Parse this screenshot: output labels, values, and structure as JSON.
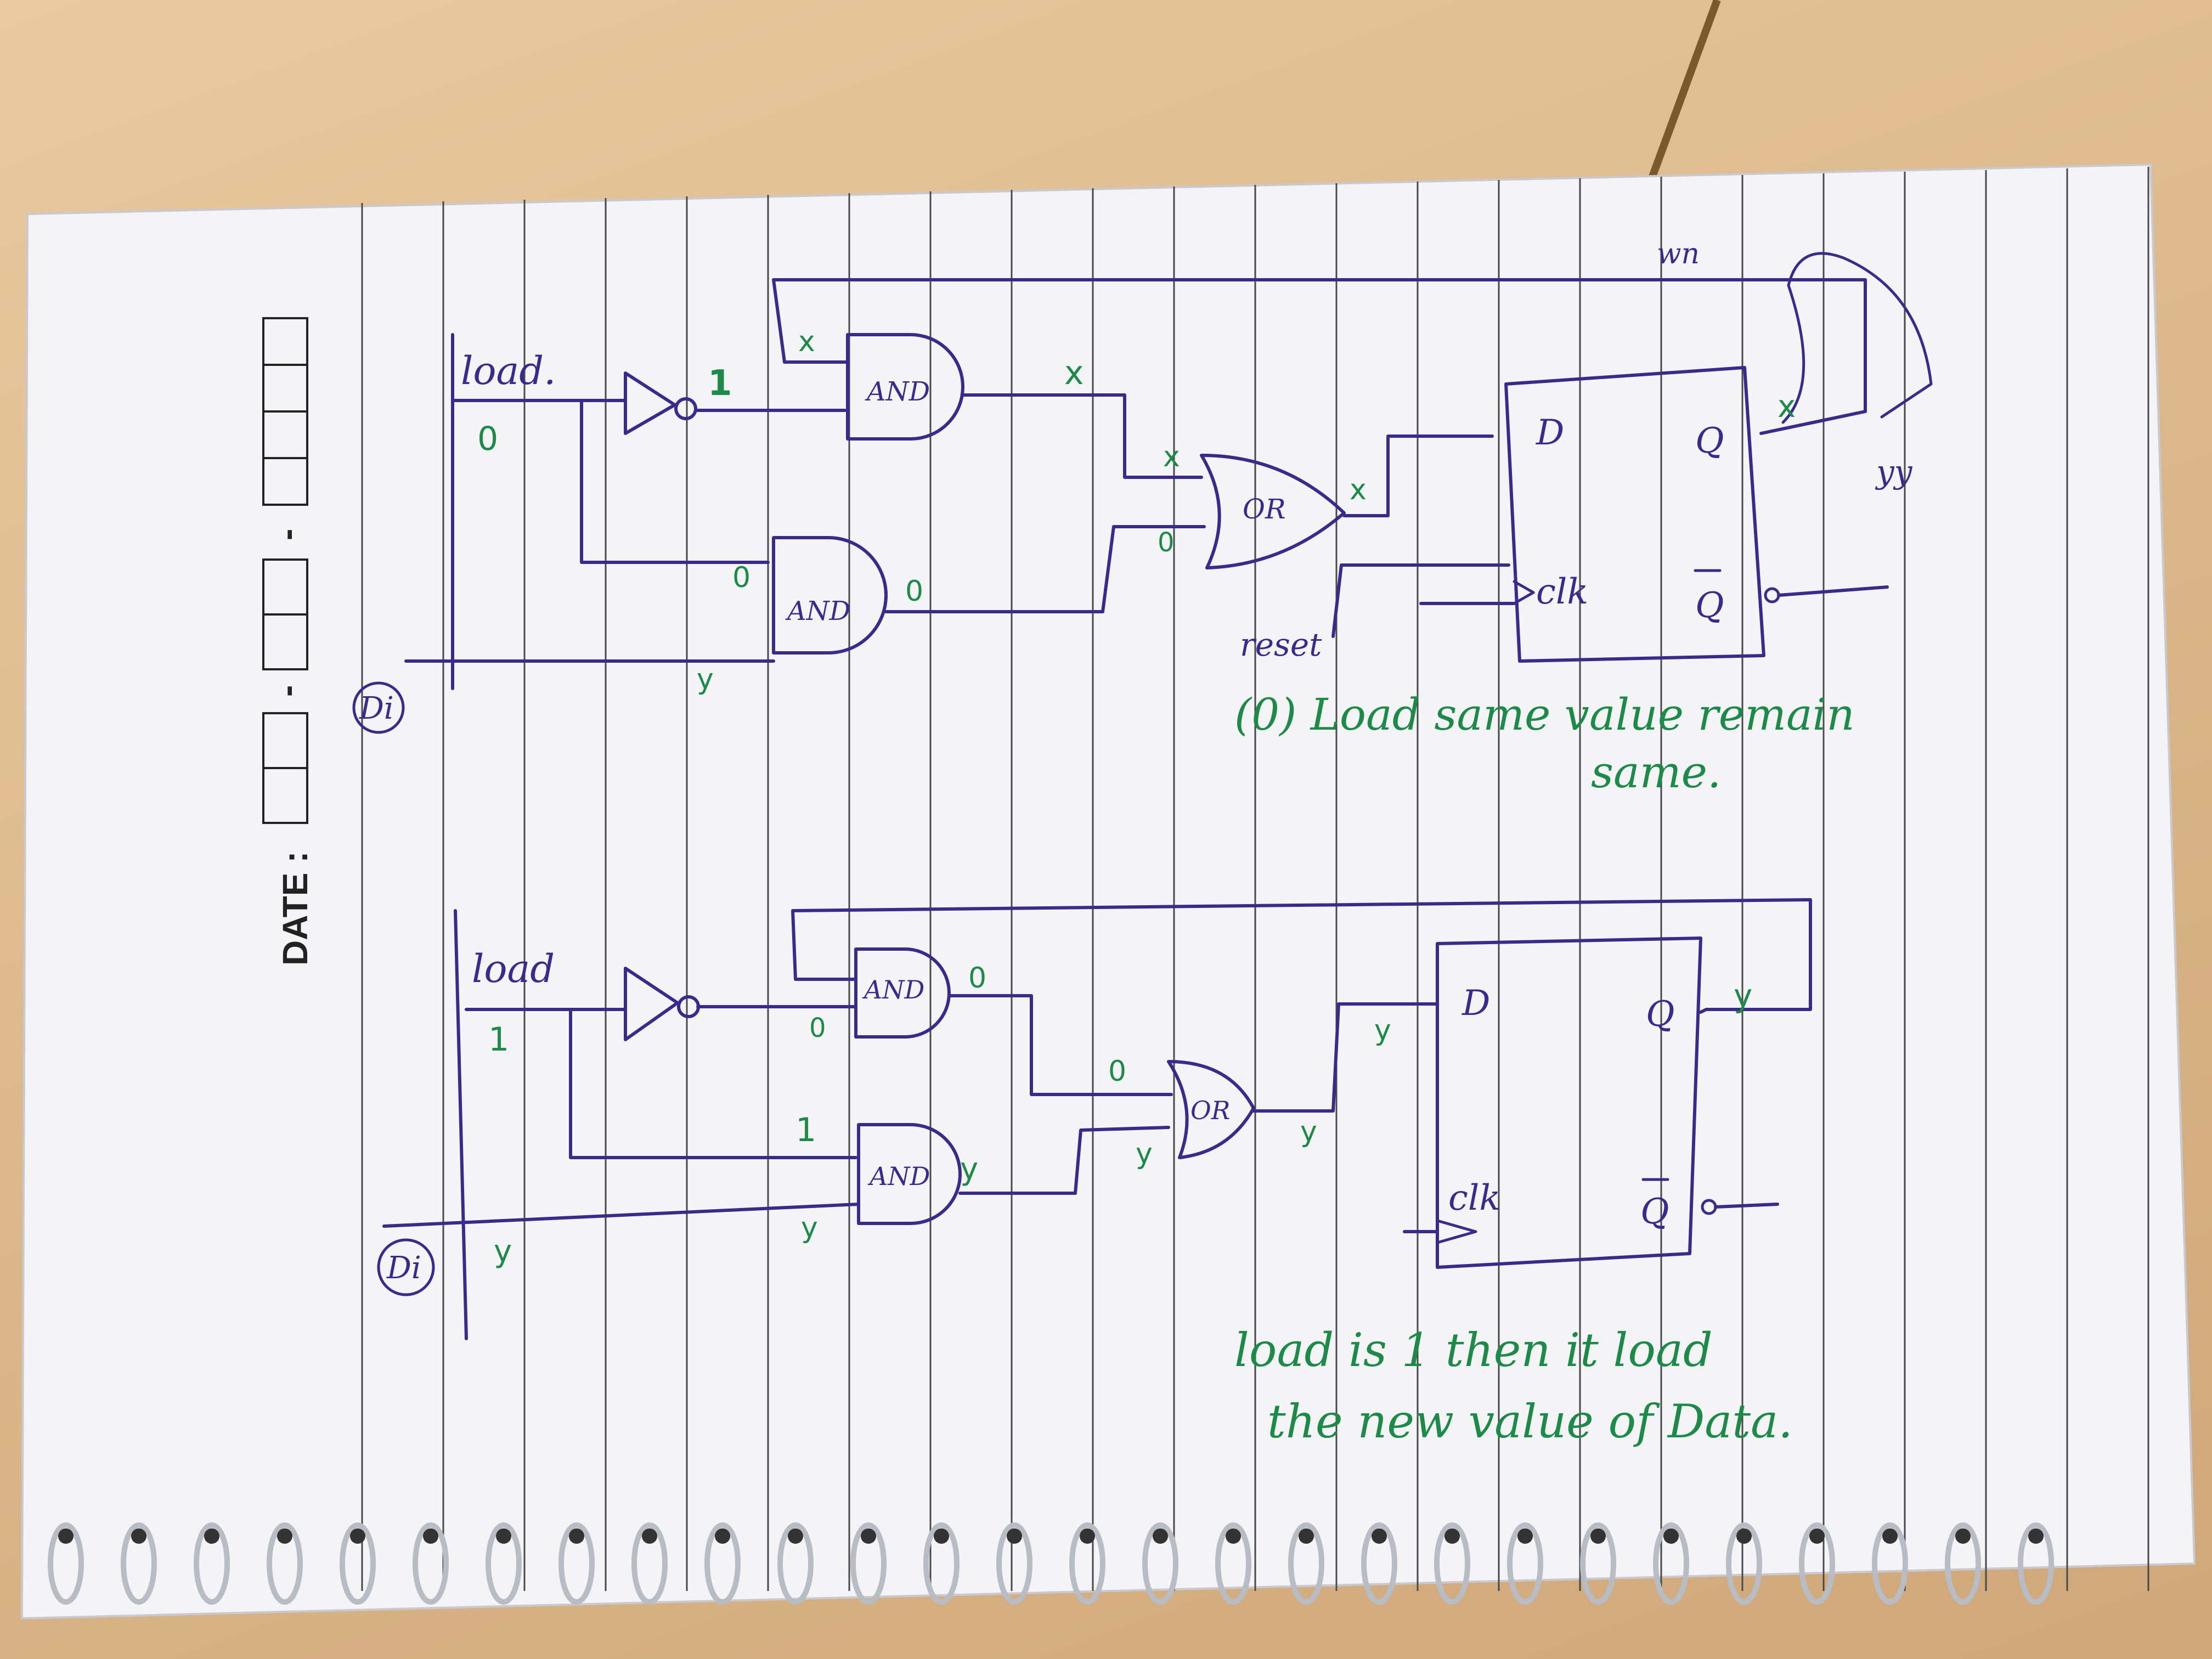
{
  "date_label": "DATE :",
  "date_separator": "-",
  "colors": {
    "ink": "#3a2a8c",
    "annotation": "#1d8a4a",
    "paper": "#f4f4f6",
    "rule": "#3a3a3a"
  },
  "circuit_top": {
    "load_label": "load.",
    "load_value": "0",
    "not_output": "1",
    "and1_label": "AND",
    "and1_input_top": "x",
    "and1_output": "x",
    "and2_label": "AND",
    "and2_input_top": "0",
    "and2_input_bottom": "y",
    "and2_output": "0",
    "or_label": "OR",
    "or_input_top": "x",
    "or_input_bottom": "0",
    "or_output": "x",
    "reset_label": "reset",
    "ff_d": "D",
    "ff_clk": "clk",
    "ff_q": "Q",
    "ff_qbar": "Q",
    "q_output": "x",
    "q_annot": "yy",
    "feedback_annot": "wn",
    "data_in_label": "Di",
    "note_line1": "(0) Load   same   value remain",
    "note_line2": "same."
  },
  "circuit_bottom": {
    "load_label": "load",
    "load_value": "1",
    "and1_label": "AND",
    "and1_input": "0",
    "and1_output": "0",
    "and2_label": "AND",
    "and2_input_top": "1",
    "and2_input_bottom": "y",
    "and2_output": "y",
    "or_label": "OR",
    "or_input_top": "0",
    "or_input_bottom": "y",
    "or_output": "y",
    "ff_d": "D",
    "ff_d_input": "y",
    "ff_clk": "clk",
    "ff_q": "Q",
    "ff_qbar": "Q",
    "q_output": "y",
    "data_in_label": "Di",
    "data_in_value": "y",
    "note_line1": "load is 1 then it load",
    "note_line2": "the new value of Data."
  }
}
